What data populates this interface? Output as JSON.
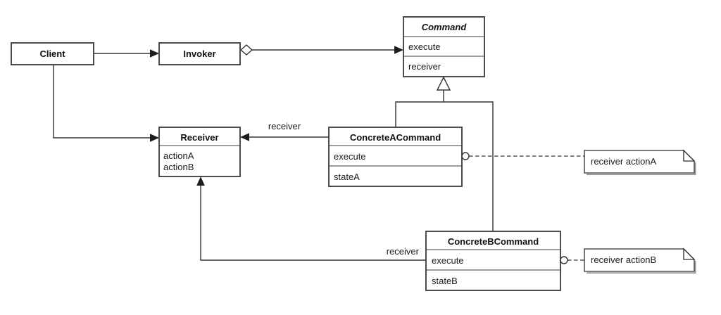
{
  "diagram_type": "uml-class-diagram",
  "classes": {
    "client": {
      "title": "Client"
    },
    "invoker": {
      "title": "Invoker"
    },
    "command": {
      "title": "Command",
      "operation": "execute",
      "attribute": "receiver",
      "abstract": true
    },
    "receiver": {
      "title": "Receiver",
      "attributes": [
        "actionA",
        "actionB"
      ]
    },
    "concrete_a": {
      "title": "ConcreteACommand",
      "operation": "execute",
      "attribute": "stateA"
    },
    "concrete_b": {
      "title": "ConcreteBCommand",
      "operation": "execute",
      "attribute": "stateB"
    }
  },
  "edge_labels": {
    "concrete_a_receiver": "receiver",
    "concrete_b_receiver": "receiver"
  },
  "notes": {
    "note_a": "receiver actionA",
    "note_b": "receiver actionB"
  },
  "colors": {
    "background": "#ffffff",
    "box_fill": "#ffffff",
    "stroke": "#38383a",
    "shadow": "#909090",
    "text": "#1c1c1e"
  }
}
